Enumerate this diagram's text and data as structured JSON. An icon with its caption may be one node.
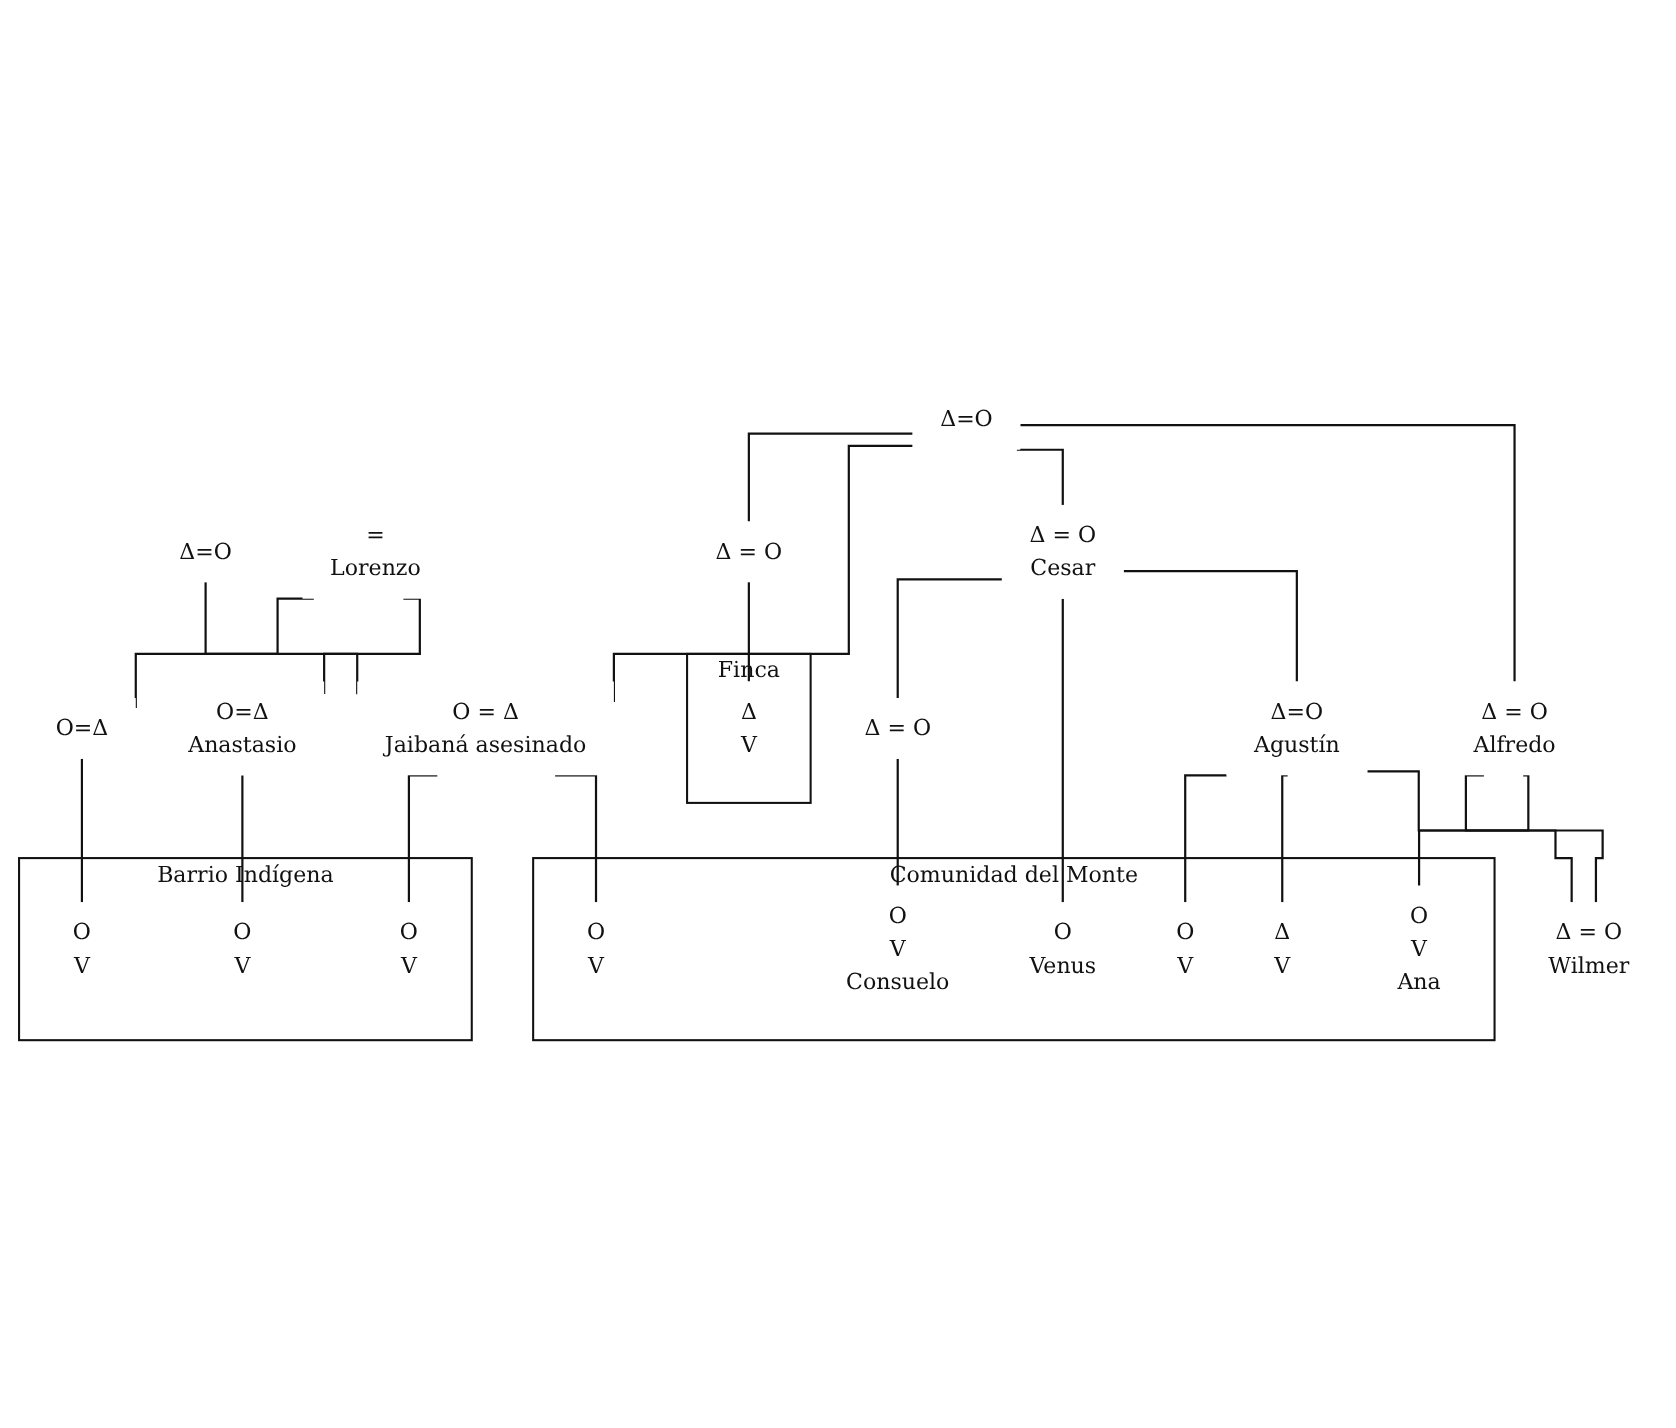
{
  "diagram": {
    "nodes": [
      {
        "text": [
          "Δ=O"
        ]
      },
      {
        "text": [
          "=",
          "Lorenzo"
        ]
      },
      {
        "text": [
          "Δ=O"
        ]
      },
      {
        "text": [
          "Δ = O"
        ]
      },
      {
        "text": [
          "O=Δ"
        ]
      },
      {
        "text": [
          "O=Δ",
          "Anastasio"
        ]
      },
      {
        "text": [
          "O = Δ",
          "Jaibaná asesinado"
        ]
      },
      {
        "text": [
          "Δ = O",
          "Cesar"
        ]
      },
      {
        "text": [
          "Δ = O",
          "Alfredo"
        ]
      },
      {
        "text": [
          "Δ = O"
        ]
      },
      {
        "text": [
          "Δ=O",
          "Agustín"
        ]
      },
      {
        "text": [
          "Δ = O",
          "Wilmer"
        ]
      },
      {
        "text": [
          "Finca"
        ]
      },
      {
        "text": [
          "Δ",
          "V"
        ],
        "in": 12
      },
      {
        "text": [
          "Barrio Indígena"
        ]
      },
      {
        "text": [
          "O",
          "V"
        ],
        "in": 14
      },
      {
        "text": [
          "O",
          "V"
        ],
        "in": 14
      },
      {
        "text": [
          "O",
          "V"
        ],
        "in": 14
      },
      {
        "text": [
          "Comunidad del Monte"
        ]
      },
      {
        "text": [
          "O",
          "V"
        ],
        "in": 18
      },
      {
        "text": [
          "O",
          "V",
          "Consuelo"
        ],
        "in": 18
      },
      {
        "text": [
          "O",
          "Venus"
        ],
        "in": 18
      },
      {
        "text": [
          "O",
          "V"
        ],
        "in": 18
      },
      {
        "text": [
          "Δ",
          "V"
        ],
        "in": 18
      },
      {
        "text": [
          "O",
          "V",
          "Ana"
        ],
        "in": 18
      }
    ],
    "edges": [
      {
        "from": 0,
        "to": 6,
        "arrow": "none"
      },
      {
        "from": 1,
        "to": 4,
        "arrow": "none"
      },
      {
        "from": 1,
        "to": 5,
        "arrow": "none"
      },
      {
        "from": 2,
        "to": 3,
        "arrow": "none"
      },
      {
        "from": 2,
        "to": 6,
        "arrow": "none"
      },
      {
        "from": 2,
        "to": 7,
        "arrow": "none"
      },
      {
        "from": 2,
        "to": 8,
        "arrow": "none"
      },
      {
        "from": 3,
        "to": 13,
        "arrow": "none"
      },
      {
        "from": 4,
        "to": 15,
        "arrow": "none"
      },
      {
        "from": 5,
        "to": 16,
        "arrow": "none"
      },
      {
        "from": 6,
        "to": 17,
        "arrow": "none"
      },
      {
        "from": 6,
        "to": 19,
        "arrow": "none"
      },
      {
        "from": 7,
        "to": 9,
        "arrow": "none"
      },
      {
        "from": 7,
        "to": 21,
        "arrow": "none"
      },
      {
        "from": 7,
        "to": 10,
        "arrow": "none"
      },
      {
        "from": 9,
        "to": 20,
        "arrow": "none"
      },
      {
        "from": 10,
        "to": 22,
        "arrow": "none"
      },
      {
        "from": 10,
        "to": 23,
        "arrow": "none"
      },
      {
        "from": 10,
        "to": 11,
        "arrow": "none"
      },
      {
        "from": 8,
        "to": 11,
        "arrow": "none"
      },
      {
        "from": 8,
        "to": 24,
        "arrow": "none"
      }
    ]
  }
}
